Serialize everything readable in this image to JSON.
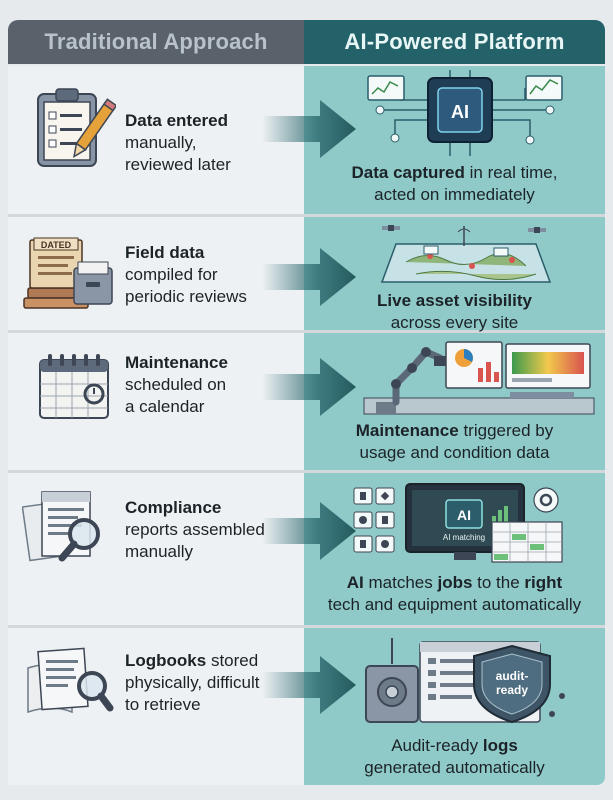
{
  "header": {
    "left_title": "Traditional Approach",
    "right_title": "AI-Powered Platform"
  },
  "rows": [
    {
      "left_bold": "Data entered",
      "left_rest_1": "manually,",
      "left_rest_2": "reviewed later",
      "right_bold": "Data captured",
      "right_rest_1": " in real time,",
      "right_line_2": "acted on immediately",
      "left_icon": "clipboard-checklist-icon",
      "right_illustration": "ai-chip-network"
    },
    {
      "left_bold": "Field data",
      "left_rest_1": "compiled for",
      "left_rest_2": "periodic reviews",
      "right_bold": "Live asset visibility",
      "right_line_2": "across every site",
      "left_icon": "dated-files-cabinet-icon",
      "right_illustration": "map-with-satellites",
      "left_icon_label": "DATED"
    },
    {
      "left_bold": "Maintenance",
      "left_rest_1": "scheduled on",
      "left_rest_2": "a calendar",
      "right_bold": "Maintenance",
      "right_rest_1": " triggered by",
      "right_line_2": "usage and condition data",
      "left_icon": "calendar-icon",
      "right_illustration": "robot-arm-dashboards"
    },
    {
      "left_bold": "Compliance",
      "left_rest_1": "reports assembled",
      "left_rest_2": "manually",
      "right_line_1_parts": [
        "AI",
        " matches ",
        "jobs",
        " to the ",
        "right"
      ],
      "right_line_2": "tech and equipment automatically",
      "left_icon": "documents-magnifier-icon",
      "right_illustration": "ai-matching-monitor",
      "monitor_badge": "AI",
      "monitor_caption": "AI matching"
    },
    {
      "left_bold": "Logbooks",
      "left_rest_0": " stored",
      "left_rest_1": "physically, difficult",
      "left_rest_2": "to retrieve",
      "right_plain_1": "Audit-ready ",
      "right_bold": "logs",
      "right_line_2": "generated automatically",
      "left_icon": "paper-logbook-magnifier-icon",
      "right_illustration": "vault-and-shield",
      "shield_text_1": "audit-",
      "shield_text_2": "ready"
    }
  ],
  "colors": {
    "header_left": "#59626b",
    "header_right": "#24626a",
    "teal_panel": "#8fcac8",
    "arrow": "#2f6d72",
    "text": "#1c2328"
  }
}
